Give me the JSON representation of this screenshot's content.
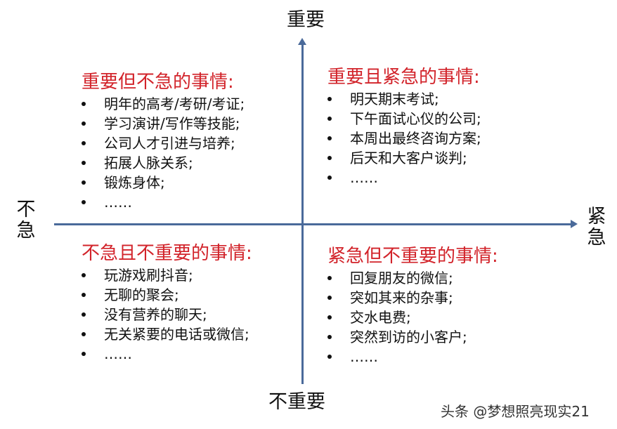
{
  "axes": {
    "top": "重要",
    "bottom": "不重要",
    "left": [
      "不",
      "急"
    ],
    "right": [
      "紧",
      "急"
    ],
    "color": "#4a6a9a"
  },
  "quadrants": {
    "top_left": {
      "title": "重要但不急的事情:",
      "items": [
        "明年的高考/考研/考证;",
        "学习演讲/写作等技能;",
        "公司人才引进与培养;",
        "拓展人脉关系;",
        "锻炼身体;",
        "……"
      ]
    },
    "top_right": {
      "title": "重要且紧急的事情:",
      "items": [
        "明天期末考试;",
        "下午面试心仪的公司;",
        "本周出最终咨询方案;",
        "后天和大客户谈判;",
        "……"
      ]
    },
    "bottom_left": {
      "title": "不急且不重要的事情:",
      "items": [
        "玩游戏刷抖音;",
        "无聊的聚会;",
        "没有营养的聊天;",
        "无关紧要的电话或微信;",
        "……"
      ]
    },
    "bottom_right": {
      "title": "紧急但不重要的事情:",
      "items": [
        "回复朋友的微信;",
        "突如其来的杂事;",
        "交水电费;",
        "突然到访的小客户;",
        "……"
      ]
    }
  },
  "title_color": "#d2232a",
  "watermark": "头条 @梦想照亮现实21"
}
